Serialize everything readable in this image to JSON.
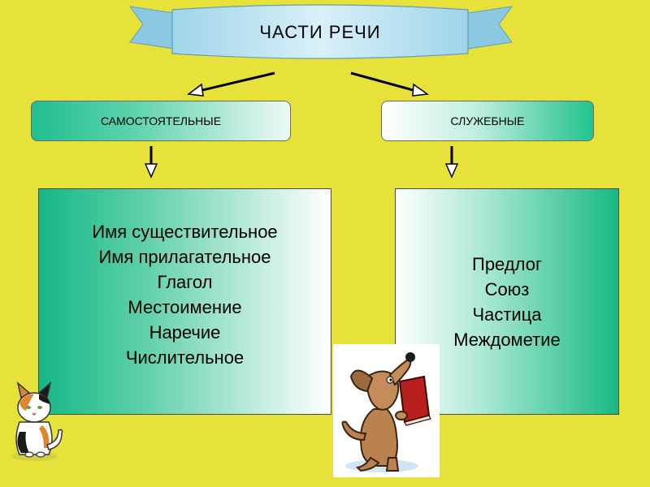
{
  "title": "ЧАСТИ  РЕЧИ",
  "categories": {
    "independent": "САМОСТОЯТЕЛЬНЫЕ",
    "auxiliary": "СЛУЖЕБНЫЕ"
  },
  "independent_list": [
    "Имя существительное",
    "Имя прилагательное",
    "Глагол",
    "Местоимение",
    "Наречие",
    "Числительное"
  ],
  "auxiliary_list": [
    "Предлог",
    "Союз",
    "Частица",
    "Междометие"
  ],
  "colors": {
    "background": "#e6e23a",
    "banner": "#bfe3f2",
    "box_green": "#1fbf8f"
  },
  "illustrations": [
    "cat-picture",
    "dog-with-book-picture"
  ]
}
